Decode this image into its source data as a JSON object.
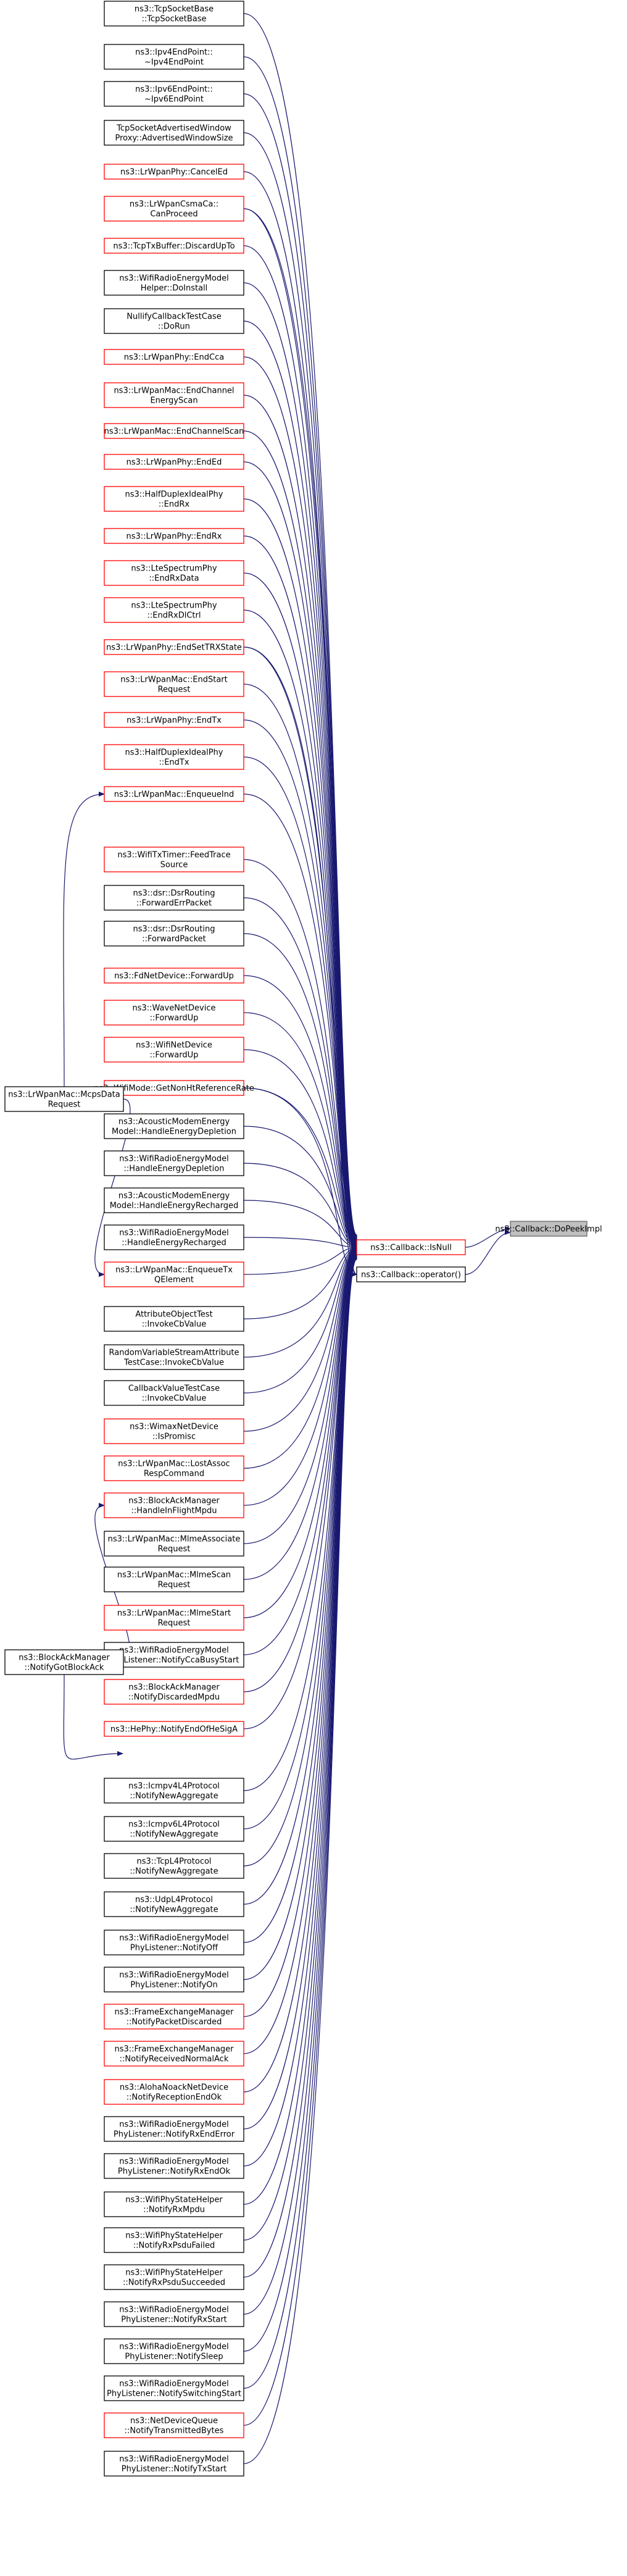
{
  "graph": {
    "target": {
      "lines": [
        "ns3::Callback::DoPeekImpl"
      ],
      "border": "#666666",
      "fill": "#bfbfbf"
    },
    "hubs": [
      {
        "lines": [
          "ns3::Callback::IsNull"
        ],
        "border": "#ff0000"
      },
      {
        "lines": [
          "ns3::Callback::operator()"
        ],
        "border": "#000000"
      }
    ],
    "mids": [
      {
        "lines": [
          "ns3::LrWpanMac::McpsData",
          "Request"
        ],
        "border": "#000000"
      },
      {
        "lines": [
          "ns3::BlockAckManager",
          "::NotifyGotBlockAck"
        ],
        "border": "#000000"
      }
    ],
    "callers": [
      {
        "lines": [
          "ns3::TcpSocketBase",
          "::TcpSocketBase"
        ],
        "border": "#000000"
      },
      {
        "lines": [
          "ns3::Ipv4EndPoint::",
          "~Ipv4EndPoint"
        ],
        "border": "#000000"
      },
      {
        "lines": [
          "ns3::Ipv6EndPoint::",
          "~Ipv6EndPoint"
        ],
        "border": "#000000"
      },
      {
        "lines": [
          "TcpSocketAdvertisedWindow",
          "Proxy::AdvertisedWindowSize"
        ],
        "border": "#000000"
      },
      {
        "lines": [
          "ns3::LrWpanPhy::CancelEd"
        ],
        "border": "#ff0000"
      },
      {
        "lines": [
          "ns3::LrWpanCsmaCa::",
          "CanProceed"
        ],
        "border": "#ff0000"
      },
      {
        "lines": [
          "ns3::TcpTxBuffer::DiscardUpTo"
        ],
        "border": "#ff0000"
      },
      {
        "lines": [
          "ns3::WifiRadioEnergyModel",
          "Helper::DoInstall"
        ],
        "border": "#000000"
      },
      {
        "lines": [
          "NullifyCallbackTestCase",
          "::DoRun"
        ],
        "border": "#000000"
      },
      {
        "lines": [
          "ns3::LrWpanPhy::EndCca"
        ],
        "border": "#ff0000"
      },
      {
        "lines": [
          "ns3::LrWpanMac::EndChannel",
          "EnergyScan"
        ],
        "border": "#ff0000"
      },
      {
        "lines": [
          "ns3::LrWpanMac::EndChannelScan"
        ],
        "border": "#ff0000"
      },
      {
        "lines": [
          "ns3::LrWpanPhy::EndEd"
        ],
        "border": "#ff0000"
      },
      {
        "lines": [
          "ns3::HalfDuplexIdealPhy",
          "::EndRx"
        ],
        "border": "#ff0000"
      },
      {
        "lines": [
          "ns3::LrWpanPhy::EndRx"
        ],
        "border": "#ff0000"
      },
      {
        "lines": [
          "ns3::LteSpectrumPhy",
          "::EndRxData"
        ],
        "border": "#ff0000"
      },
      {
        "lines": [
          "ns3::LteSpectrumPhy",
          "::EndRxDlCtrl"
        ],
        "border": "#ff0000"
      },
      {
        "lines": [
          "ns3::LrWpanPhy::EndSetTRXState"
        ],
        "border": "#ff0000"
      },
      {
        "lines": [
          "ns3::LrWpanMac::EndStart",
          "Request"
        ],
        "border": "#ff0000"
      },
      {
        "lines": [
          "ns3::LrWpanPhy::EndTx"
        ],
        "border": "#ff0000"
      },
      {
        "lines": [
          "ns3::HalfDuplexIdealPhy",
          "::EndTx"
        ],
        "border": "#ff0000"
      },
      {
        "lines": [
          "ns3::LrWpanMac::EnqueueInd"
        ],
        "border": "#ff0000"
      },
      {
        "lines": [
          "ns3::WifiTxTimer::FeedTrace",
          "Source"
        ],
        "border": "#ff0000"
      },
      {
        "lines": [
          "ns3::dsr::DsrRouting",
          "::ForwardErrPacket"
        ],
        "border": "#000000"
      },
      {
        "lines": [
          "ns3::dsr::DsrRouting",
          "::ForwardPacket"
        ],
        "border": "#000000"
      },
      {
        "lines": [
          "ns3::FdNetDevice::ForwardUp"
        ],
        "border": "#ff0000"
      },
      {
        "lines": [
          "ns3::WaveNetDevice",
          "::ForwardUp"
        ],
        "border": "#ff0000"
      },
      {
        "lines": [
          "ns3::WifiNetDevice",
          "::ForwardUp"
        ],
        "border": "#ff0000"
      },
      {
        "lines": [
          "ns3::WifiMode::GetNonHtReferenceRate"
        ],
        "border": "#ff0000"
      },
      {
        "lines": [
          "ns3::AcousticModemEnergy",
          "Model::HandleEnergyDepletion"
        ],
        "border": "#000000"
      },
      {
        "lines": [
          "ns3::WifiRadioEnergyModel",
          "::HandleEnergyDepletion"
        ],
        "border": "#000000"
      },
      {
        "lines": [
          "ns3::AcousticModemEnergy",
          "Model::HandleEnergyRecharged"
        ],
        "border": "#000000"
      },
      {
        "lines": [
          "ns3::WifiRadioEnergyModel",
          "::HandleEnergyRecharged"
        ],
        "border": "#000000"
      },
      {
        "lines": [
          "ns3::LrWpanMac::EnqueueTx",
          "QElement"
        ],
        "border": "#ff0000"
      },
      {
        "lines": [
          "AttributeObjectTest",
          "::InvokeCbValue"
        ],
        "border": "#000000"
      },
      {
        "lines": [
          "RandomVariableStreamAttribute",
          "TestCase::InvokeCbValue"
        ],
        "border": "#000000"
      },
      {
        "lines": [
          "CallbackValueTestCase",
          "::InvokeCbValue"
        ],
        "border": "#000000"
      },
      {
        "lines": [
          "ns3::WimaxNetDevice",
          "::IsPromisc"
        ],
        "border": "#ff0000"
      },
      {
        "lines": [
          "ns3::LrWpanMac::LostAssoc",
          "RespCommand"
        ],
        "border": "#ff0000"
      },
      {
        "lines": [
          "ns3::BlockAckManager",
          "::HandleInFlightMpdu"
        ],
        "border": "#ff0000"
      },
      {
        "lines": [
          "ns3::LrWpanMac::MlmeAssociate",
          "Request"
        ],
        "border": "#000000"
      },
      {
        "lines": [
          "ns3::LrWpanMac::MlmeScan",
          "Request"
        ],
        "border": "#000000"
      },
      {
        "lines": [
          "ns3::LrWpanMac::MlmeStart",
          "Request"
        ],
        "border": "#ff0000"
      },
      {
        "lines": [
          "ns3::WifiRadioEnergyModel",
          "PhyListener::NotifyCcaBusyStart"
        ],
        "border": "#000000"
      },
      {
        "lines": [
          "ns3::BlockAckManager",
          "::NotifyDiscardedMpdu"
        ],
        "border": "#ff0000"
      },
      {
        "lines": [
          "ns3::HePhy::NotifyEndOfHeSigA"
        ],
        "border": "#ff0000"
      },
      {
        "lines": [
          "ns3::Icmpv4L4Protocol",
          "::NotifyNewAggregate"
        ],
        "border": "#000000"
      },
      {
        "lines": [
          "ns3::Icmpv6L4Protocol",
          "::NotifyNewAggregate"
        ],
        "border": "#000000"
      },
      {
        "lines": [
          "ns3::TcpL4Protocol",
          "::NotifyNewAggregate"
        ],
        "border": "#000000"
      },
      {
        "lines": [
          "ns3::UdpL4Protocol",
          "::NotifyNewAggregate"
        ],
        "border": "#000000"
      },
      {
        "lines": [
          "ns3::WifiRadioEnergyModel",
          "PhyListener::NotifyOff"
        ],
        "border": "#000000"
      },
      {
        "lines": [
          "ns3::WifiRadioEnergyModel",
          "PhyListener::NotifyOn"
        ],
        "border": "#000000"
      },
      {
        "lines": [
          "ns3::FrameExchangeManager",
          "::NotifyPacketDiscarded"
        ],
        "border": "#ff0000"
      },
      {
        "lines": [
          "ns3::FrameExchangeManager",
          "::NotifyReceivedNormalAck"
        ],
        "border": "#ff0000"
      },
      {
        "lines": [
          "ns3::AlohaNoackNetDevice",
          "::NotifyReceptionEndOk"
        ],
        "border": "#ff0000"
      },
      {
        "lines": [
          "ns3::WifiRadioEnergyModel",
          "PhyListener::NotifyRxEndError"
        ],
        "border": "#000000"
      },
      {
        "lines": [
          "ns3::WifiRadioEnergyModel",
          "PhyListener::NotifyRxEndOk"
        ],
        "border": "#000000"
      },
      {
        "lines": [
          "ns3::WifiPhyStateHelper",
          "::NotifyRxMpdu"
        ],
        "border": "#000000"
      },
      {
        "lines": [
          "ns3::WifiPhyStateHelper",
          "::NotifyRxPsduFailed"
        ],
        "border": "#000000"
      },
      {
        "lines": [
          "ns3::WifiPhyStateHelper",
          "::NotifyRxPsduSucceeded"
        ],
        "border": "#000000"
      },
      {
        "lines": [
          "ns3::WifiRadioEnergyModel",
          "PhyListener::NotifyRxStart"
        ],
        "border": "#000000"
      },
      {
        "lines": [
          "ns3::WifiRadioEnergyModel",
          "PhyListener::NotifySleep"
        ],
        "border": "#000000"
      },
      {
        "lines": [
          "ns3::WifiRadioEnergyModel",
          "PhyListener::NotifySwitchingStart"
        ],
        "border": "#000000"
      },
      {
        "lines": [
          "ns3::NetDeviceQueue",
          "::NotifyTransmittedBytes"
        ],
        "border": "#ff0000"
      },
      {
        "lines": [
          "ns3::WifiRadioEnergyModel",
          "PhyListener::NotifyTxStart"
        ],
        "border": "#000000"
      }
    ],
    "edge_color": "#191970"
  }
}
